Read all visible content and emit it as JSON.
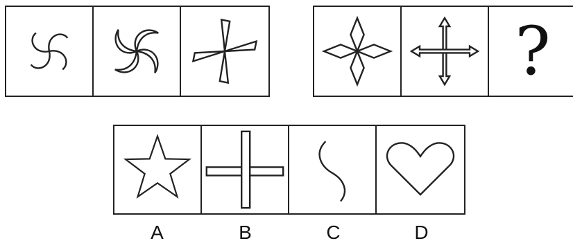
{
  "question_mark": "?",
  "options": [
    {
      "label": "A",
      "figure": "star"
    },
    {
      "label": "B",
      "figure": "cross-bars"
    },
    {
      "label": "C",
      "figure": "s-curve"
    },
    {
      "label": "D",
      "figure": "heart"
    }
  ]
}
